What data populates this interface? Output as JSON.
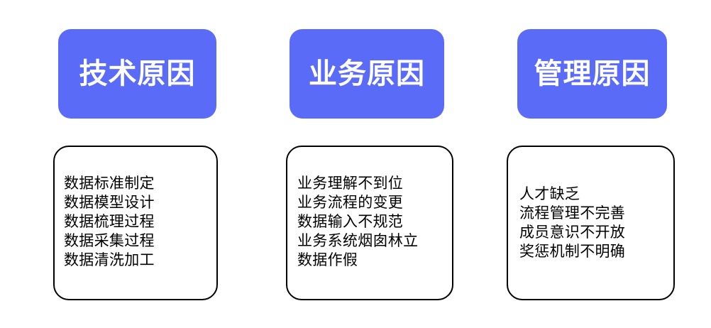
{
  "diagram": {
    "background_color": "#ffffff",
    "header_color": "#5A6CF7",
    "header_text_color": "#ffffff",
    "card_border_color": "#000000",
    "body_text_color": "#000000",
    "columns": [
      {
        "header": "技术原因",
        "items": [
          "数据标准制定",
          "数据模型设计",
          "数据梳理过程",
          "数据采集过程",
          "数据清洗加工"
        ]
      },
      {
        "header": "业务原因",
        "items": [
          "业务理解不到位",
          "业务流程的变更",
          "数据输入不规范",
          "业务系统烟囱林立",
          "数据作假"
        ]
      },
      {
        "header": "管理原因",
        "items": [
          "人才缺乏",
          "流程管理不完善",
          "成员意识不开放",
          "奖惩机制不明确"
        ]
      }
    ]
  }
}
